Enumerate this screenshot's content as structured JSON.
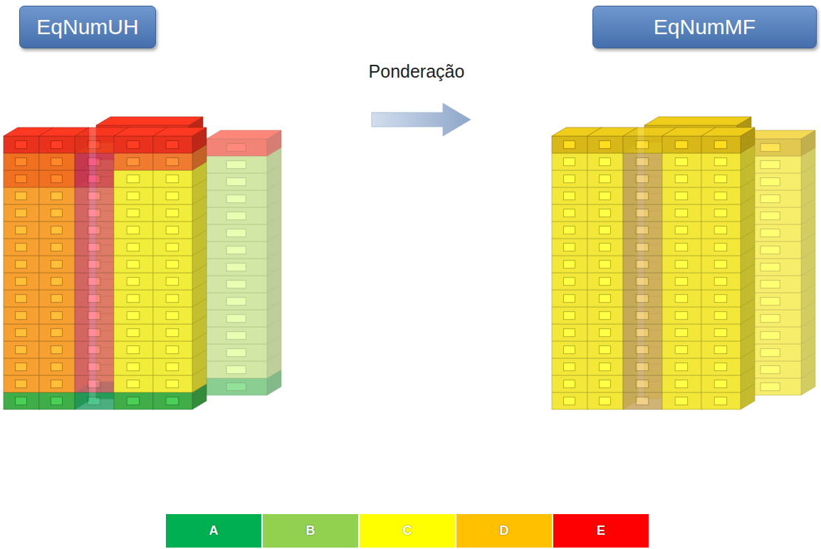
{
  "diagram": {
    "nodes": [
      {
        "text": [
          "EqNumUH"
        ]
      },
      {
        "text": [
          "EqNumMF"
        ]
      }
    ],
    "labels": [
      "Ponderação"
    ],
    "legend": [
      {
        "text": "A",
        "color": "#00b050"
      },
      {
        "text": "B",
        "color": "#92d050"
      },
      {
        "text": "C",
        "color": "#ffff00"
      },
      {
        "text": "D",
        "color": "#ffc000"
      },
      {
        "text": "E",
        "color": "#ff0000"
      }
    ]
  }
}
